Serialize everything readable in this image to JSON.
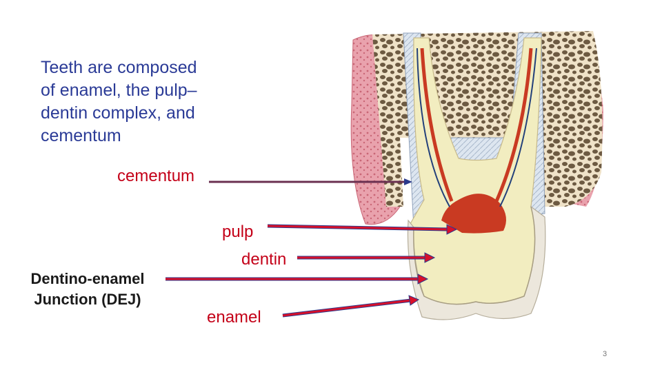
{
  "intro_lines": [
    "Teeth are composed",
    "of enamel, the pulp–",
    "dentin complex, and",
    "cementum"
  ],
  "labels": {
    "cementum": "cementum",
    "pulp": "pulp",
    "dentin": "dentin",
    "dej_line1": "Dentino-enamel",
    "dej_line2": "Junction (DEJ)",
    "enamel": "enamel"
  },
  "page_number": "3",
  "colors": {
    "intro_text": "#2a3a96",
    "label_text": "#c40018",
    "arrow_red": "#d8102a",
    "arrow_outline": "#2b3a8c",
    "cementum_arrow": "#6a3050",
    "gingiva": "#e89aa5",
    "bone": "#6d5a42",
    "dentin": "#f2edc0",
    "enamel": "#ece7dc",
    "pulp": "#c93a22"
  }
}
